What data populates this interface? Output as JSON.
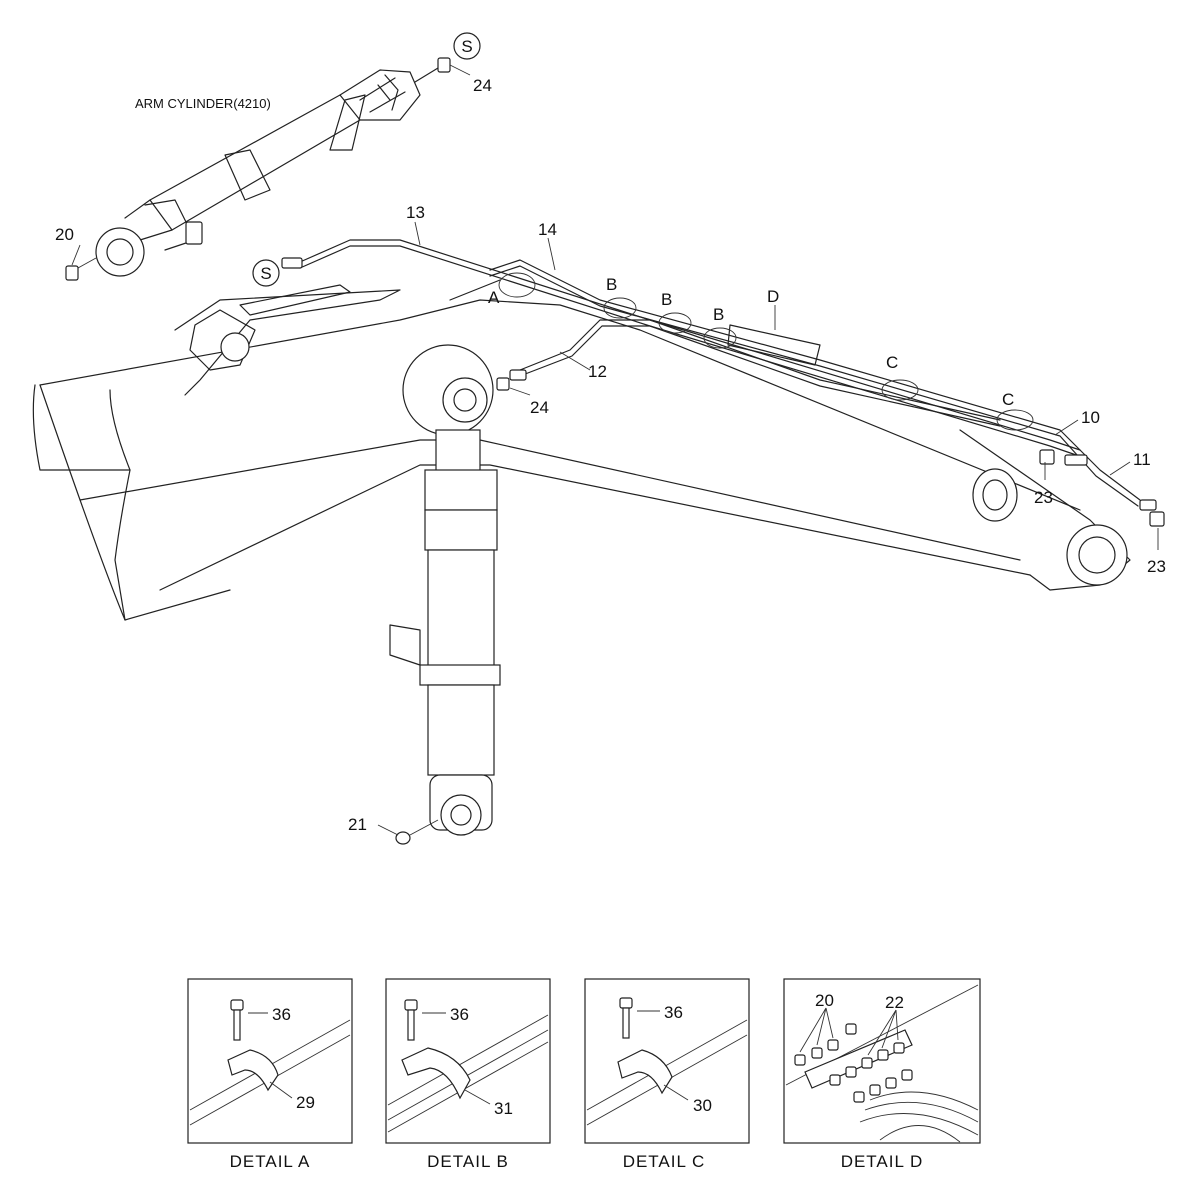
{
  "labels": {
    "arm_cylinder": "ARM CYLINDER(4210)",
    "s1": "S",
    "s2": "S",
    "p24a": "24",
    "p20": "20",
    "p13": "13",
    "p14": "14",
    "pA": "A",
    "pB1": "B",
    "pB2": "B",
    "pB3": "B",
    "pD": "D",
    "p12": "12",
    "p24b": "24",
    "pC1": "C",
    "pC2": "C",
    "p10": "10",
    "p11": "11",
    "p23a": "23",
    "p23b": "23",
    "p21": "21"
  },
  "details": [
    {
      "caption": "DETAIL  A",
      "bolt": "36",
      "clamp": "29"
    },
    {
      "caption": "DETAIL  B",
      "bolt": "36",
      "clamp": "31"
    },
    {
      "caption": "DETAIL  C",
      "bolt": "36",
      "clamp": "30"
    },
    {
      "caption": "DETAIL  D",
      "left_group": "20",
      "right_group": "22"
    }
  ]
}
